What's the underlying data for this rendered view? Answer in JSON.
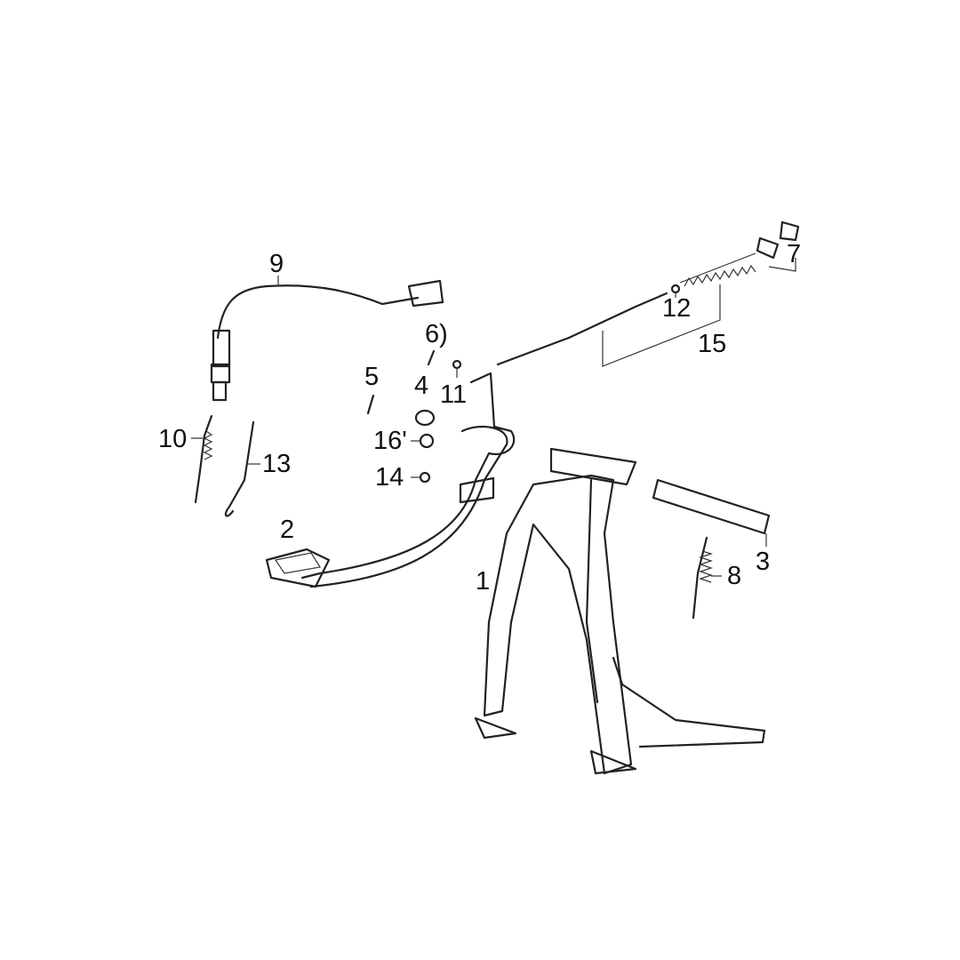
{
  "diagram": {
    "labels": {
      "p1": "1",
      "p2": "2",
      "p3": "3",
      "p4": "4",
      "p5": "5",
      "p6": "6)",
      "p7": "7",
      "p8": "8",
      "p9": "9",
      "p10": "10",
      "p11": "11",
      "p12": "12",
      "p13": "13",
      "p14": "14",
      "p15": "15",
      "p16": "16'"
    }
  }
}
